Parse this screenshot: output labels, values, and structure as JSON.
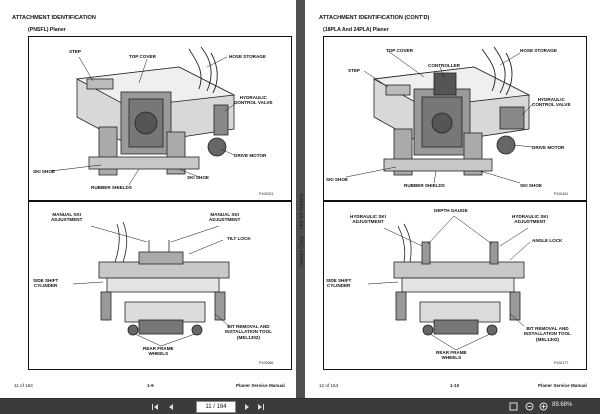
{
  "watermark": "Dealer Copy -- Not for Resale",
  "left_page": {
    "header": "ATTACHMENT IDENTIFICATION",
    "subheader": "(PNSFL) Planer",
    "figure_top": {
      "labels": {
        "step": "STEP",
        "top_cover": "TOP COVER",
        "hose_storage": "HOSE STORAGE",
        "hydraulic_valve_1": "HYDRAULIC",
        "hydraulic_valve_2": "CONTROL VALVE",
        "drive_motor": "DRIVE MOTOR",
        "ski_shoe_left": "SKI SHOE",
        "ski_shoe_right": "SKI SHOE",
        "rubber_shields": "RUBBER SHIELDS"
      },
      "figure_number": "P100031"
    },
    "figure_bottom": {
      "labels": {
        "manual_ski_left_1": "MANUAL SKI",
        "manual_ski_left_2": "ADJUSTMENT",
        "manual_ski_right_1": "MANUAL SKI",
        "manual_ski_right_2": "ADJUSTMENT",
        "tilt_lock": "TILT LOCK",
        "side_shift_1": "SIDE SHIFT",
        "side_shift_2": "CYLINDER",
        "bit_removal_1": "BIT REMOVAL AND",
        "bit_removal_2": "INSTALLATION TOOL",
        "bit_removal_3": "(MEL1302)",
        "rear_wheels_1": "REAR FRAME",
        "rear_wheels_2": "WHEELS"
      },
      "figure_number": "P100086"
    },
    "footer": {
      "page_count": "11 of 164",
      "page_number": "1-9",
      "manual": "Planer Service Manual"
    }
  },
  "right_page": {
    "header": "ATTACHMENT IDENTIFICATION (CONT'D)",
    "subheader": "(18PLA And 24PLA) Planer",
    "figure_top": {
      "labels": {
        "top_cover": "TOP COVER",
        "step": "STEP",
        "controller": "CONTROLLER",
        "hose_storage": "HOSE STORAGE",
        "hydraulic_valve_1": "HYDRAULIC",
        "hydraulic_valve_2": "CONTROL VALVE",
        "drive_motor": "DRIVE MOTOR",
        "ski_shoe_left": "SKI SHOE",
        "ski_shoe_right": "SKI SHOE",
        "rubber_shields": "RUBBER SHIELDS"
      },
      "figure_number": "P100161"
    },
    "figure_bottom": {
      "labels": {
        "depth_gauge": "DEPTH GAUGE",
        "hyd_ski_left_1": "HYDRAULIC SKI",
        "hyd_ski_left_2": "ADJUSTMENT",
        "hyd_ski_right_1": "HYDRAULIC SKI",
        "hyd_ski_right_2": "ADJUSTMENT",
        "angle_lock": "ANGLE LOCK",
        "side_shift_1": "SIDE SHIFT",
        "side_shift_2": "CYLINDER",
        "bit_removal_1": "BIT REMOVAL AND",
        "bit_removal_2": "INSTALLATION TOOL",
        "bit_removal_3": "(MEL1302)",
        "rear_wheels_1": "REAR FRAME",
        "rear_wheels_2": "WHEELS"
      },
      "figure_number": "P100177"
    },
    "footer": {
      "page_count": "12 of 164",
      "page_number": "1-10",
      "manual": "Planer Service Manual"
    }
  },
  "toolbar": {
    "page_indicator": "11 / 164",
    "zoom_level": "89.68%",
    "icons": [
      "first-page-icon",
      "prev-page-icon",
      "next-page-icon",
      "last-page-icon",
      "fit-page-icon",
      "zoom-out-icon",
      "zoom-in-icon"
    ]
  }
}
